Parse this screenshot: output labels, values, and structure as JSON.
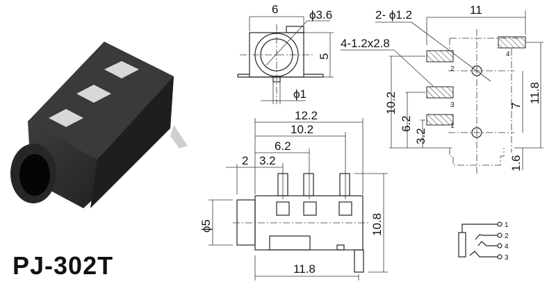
{
  "product": {
    "model": "PJ-302T"
  },
  "front_view": {
    "width": "6",
    "bore_dia": "ϕ3.6",
    "height": "5",
    "pin_dia": "ϕ1"
  },
  "side_view": {
    "dim_total": "12.2",
    "dim_pin3": "10.2",
    "dim_pin2": "6.2",
    "dim_nose": "2",
    "dim_pin1": "3.2",
    "nose_dia": "ϕ5",
    "height": "10.8",
    "body_length": "11.8"
  },
  "footprint": {
    "width": "11",
    "holes": "2- ϕ1.2",
    "pads": "4-1.2x2.8",
    "dim_a": "10.2",
    "dim_b": "6.2",
    "dim_c": "3.2",
    "hole_spacing": "7",
    "overall": "11.8",
    "offset": "1.6",
    "pad_labels": [
      "1",
      "2",
      "3",
      "4"
    ]
  },
  "schematic": {
    "pins": [
      "1",
      "2",
      "4",
      "3"
    ]
  }
}
